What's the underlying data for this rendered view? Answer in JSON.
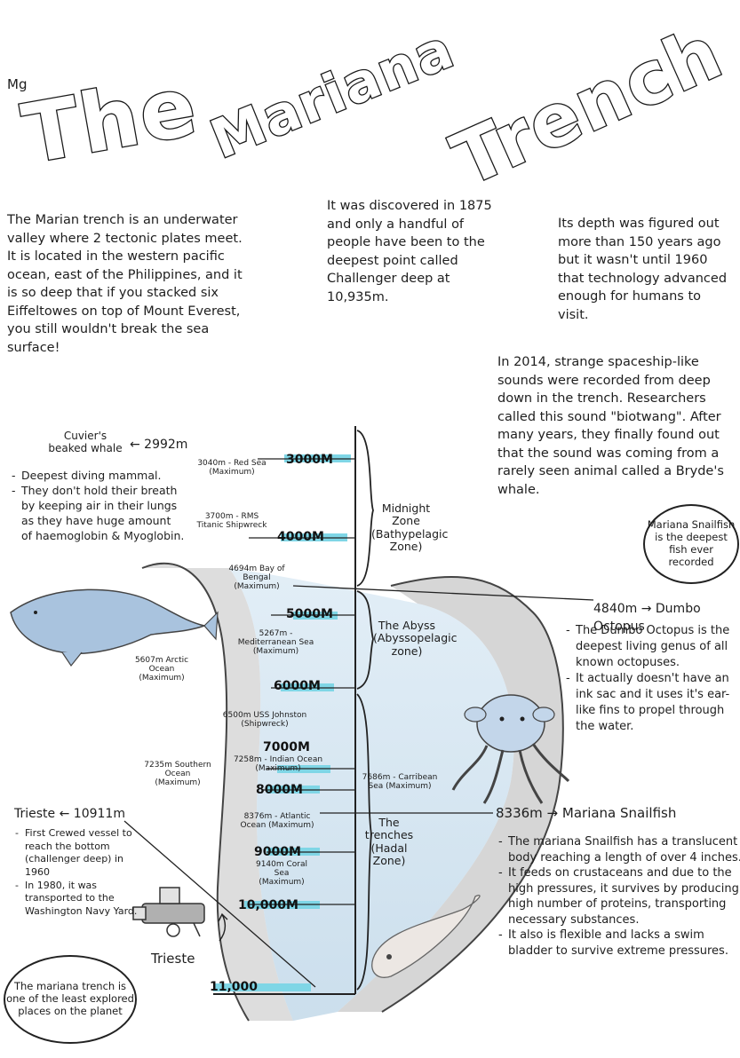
{
  "title": {
    "corner_mark": "Mg",
    "word1": "The",
    "word2": "Mariana",
    "word3": "Trench"
  },
  "paragraphs": {
    "intro": "The Marian trench is an underwater valley where 2 tectonic plates meet. It is located in the western pacific ocean, east of the Philippines, and it is so deep that if you stacked six Eiffeltowes on top of Mount Everest, you still wouldn't break the sea surface!",
    "discovered": "It was discovered in 1875 and only a handful of people have been to the deepest point called Challenger deep at 10,935m.",
    "depth_figured": "Its depth was figured out more than 150 years ago but it wasn't until 1960 that technology advanced enough for humans to visit.",
    "sounds": "In 2014, strange spaceship-like sounds were recorded from deep down in the trench. Researchers called this sound \"biotwang\". After many years, they finally found out that the sound was coming from a rarely seen animal called a Bryde's whale."
  },
  "bubbles": {
    "snailfish_record": "Mariana Snailfish is the deepest fish ever recorded",
    "least_explored": "The mariana trench is one of the least explored places on the planet"
  },
  "scale": {
    "marks": [
      "3000M",
      "4000M",
      "5000M",
      "6000M",
      "7000M",
      "8000M",
      "9000M",
      "10,000M",
      "11,000"
    ]
  },
  "zones": {
    "midnight": "Midnight Zone (Bathypelagic Zone)",
    "abyss": "The Abyss (Abyssopelagic zone)",
    "trenches": "The trenches (Hadal Zone)"
  },
  "references": {
    "red_sea": "3040m - Red Sea (Maximum)",
    "titanic": "3700m - RMS Titanic Shipwreck",
    "bay_bengal": "4694m Bay of Bengal (Maximum)",
    "mediterranean": "5267m - Mediterranean Sea (Maximum)",
    "arctic": "5607m Arctic Ocean (Maximum)",
    "johnston": "6500m USS Johnston (Shipwreck)",
    "southern": "7235m Southern Ocean (Maximum)",
    "indian": "7258m - Indian Ocean (Maximum)",
    "caribbean": "7686m - Carribean Sea (Maximum)",
    "atlantic": "8376m - Atlantic Ocean (Maximum)",
    "coral": "9140m Coral Sea (Maximum)"
  },
  "creatures": {
    "whale": {
      "label": "Cuvier's beaked whale",
      "depth": "← 2992m",
      "notes": [
        "Deepest diving mammal.",
        "They don't hold their breath by keeping air in their lungs as they have huge amount of haemoglobin & Myoglobin."
      ]
    },
    "octopus": {
      "label": "4840m → Dumbo Octopus",
      "notes": [
        "The Dumbo Octopus is the deepest living genus of all known octopuses.",
        "It actually doesn't have an ink sac and it uses it's ear-like fins to propel through the water."
      ]
    },
    "snailfish": {
      "label": "8336m → Mariana Snailfish",
      "notes": [
        "The mariana Snailfish has a translucent body reaching a length of over 4 inches.",
        "It feeds on crustaceans and due to the high pressures, it survives by producing high number of proteins, transporting necessary substances.",
        "It also is flexible and lacks a swim bladder to survive extreme pressures."
      ]
    },
    "trieste": {
      "label": "Trieste ← 10911m",
      "notes": [
        "First Crewed vessel to reach the bottom (challenger deep) in 1960",
        "In 1980, it was transported to the Washington Navy Yard."
      ],
      "sketch_label": "Trieste"
    }
  },
  "colors": {
    "accent_cyan": "#7fd6e6",
    "ink": "#1a1a1a",
    "water": "#b8d7ea"
  }
}
